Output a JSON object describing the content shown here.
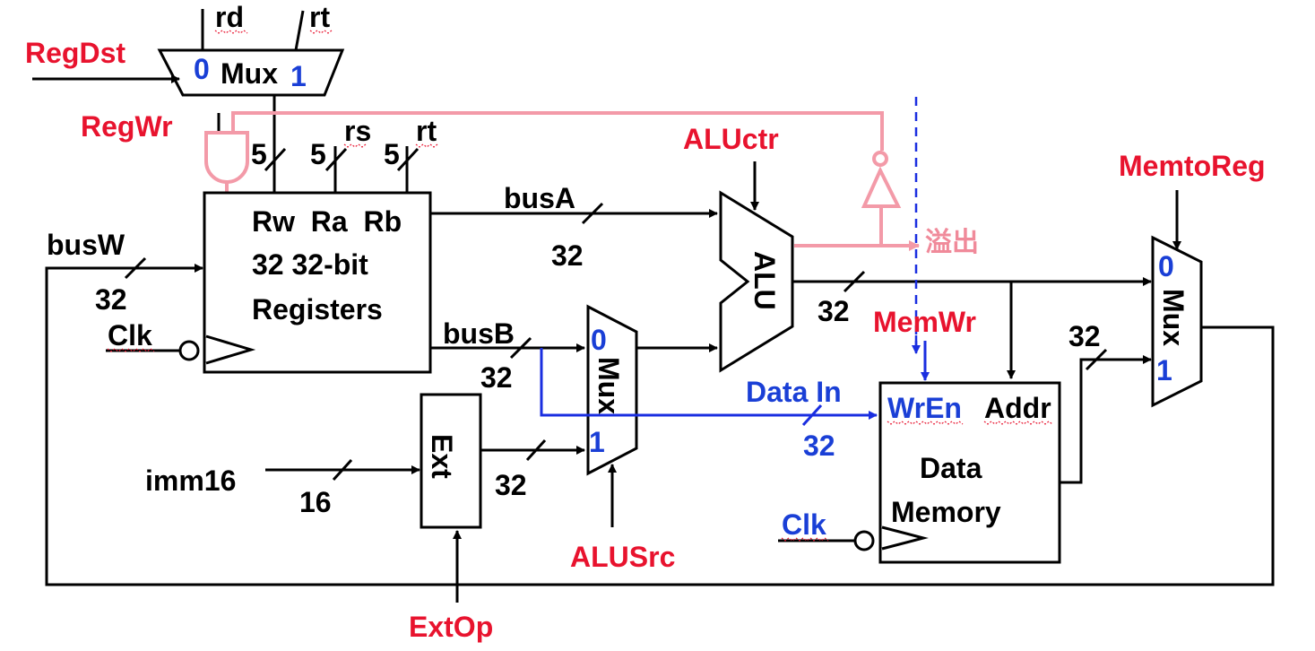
{
  "labels": {
    "rd": "rd",
    "rt_top": "rt",
    "regdst": "RegDst",
    "mux_top": "Mux",
    "mux_top_0": "0",
    "mux_top_1": "1",
    "regwr": "RegWr",
    "rs": "rs",
    "rt_mid": "rt",
    "w5a": "5",
    "w5b": "5",
    "w5c": "5",
    "aluctr": "ALUctr",
    "memtoreg": "MemtoReg",
    "busa": "busA",
    "busa_width": "32",
    "reg_line1": "Rw  Ra  Rb",
    "reg_line2": "32 32-bit",
    "reg_line3": "Registers",
    "busw": "busW",
    "busw_width": "32",
    "clk1": "Clk",
    "busb": "busB",
    "busb_width": "32",
    "alu": "ALU",
    "overflow": "溢出",
    "alu_out_width": "32",
    "memwr": "MemWr",
    "mux_b": "Mux",
    "mux_b_0": "0",
    "mux_b_1": "1",
    "data_in": "Data In",
    "data_in_width": "32",
    "wren": "WrEn",
    "addr": "Addr",
    "mem_line1": "Data",
    "mem_line2": "Memory",
    "mem_out_width": "32",
    "mux_r": "Mux",
    "mux_r_0": "0",
    "mux_r_1": "1",
    "ext": "Ext",
    "imm16": "imm16",
    "imm_width": "16",
    "ext_width": "32",
    "alusrc": "ALUSrc",
    "clk2": "Clk",
    "extop": "ExtOp"
  },
  "colors": {
    "control_signal": "#e8132e",
    "overflow_path": "#f39aa8",
    "data_in_path": "#1a2ee0",
    "wire": "#000000"
  }
}
